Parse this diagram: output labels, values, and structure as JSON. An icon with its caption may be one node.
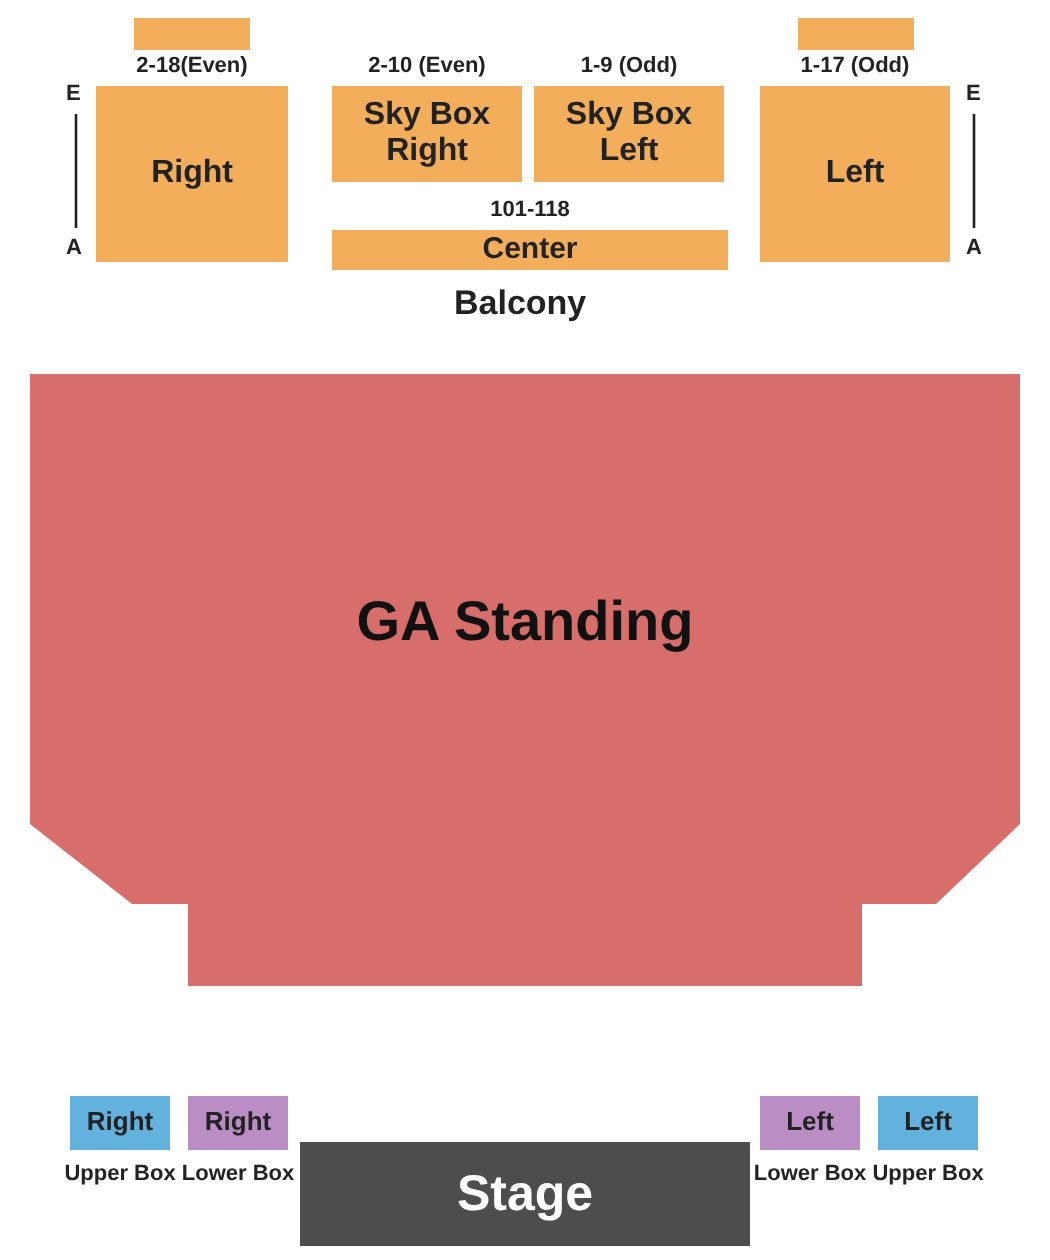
{
  "diagram": {
    "nodes": [
      {
        "text": [],
        "shape": "box"
      },
      {
        "text": [],
        "shape": "box"
      },
      {
        "text": [
          "Right"
        ],
        "beside": [
          "2-18(Even)"
        ]
      },
      {
        "text": [
          "Sky Box Right"
        ],
        "beside": [
          "2-10 (Even)"
        ]
      },
      {
        "text": [
          "Sky Box Left"
        ],
        "beside": [
          "1-9 (Odd)"
        ]
      },
      {
        "text": [
          "Left"
        ],
        "beside": [
          "1-17 (Odd)"
        ]
      },
      {
        "text": [
          "Center"
        ],
        "beside": [
          "101-118"
        ]
      },
      {
        "text": [
          "GA Standing"
        ]
      },
      {
        "text": [
          "Right"
        ],
        "beside": [
          "Upper Box"
        ]
      },
      {
        "text": [
          "Right"
        ],
        "beside": [
          "Lower Box"
        ]
      },
      {
        "text": [
          "Left"
        ],
        "beside": [
          "Lower Box"
        ]
      },
      {
        "text": [
          "Left"
        ],
        "beside": [
          "Upper Box"
        ]
      },
      {
        "text": [
          "Stage"
        ]
      }
    ],
    "labels": [
      "E",
      "A",
      "E",
      "A",
      "Balcony"
    ]
  }
}
